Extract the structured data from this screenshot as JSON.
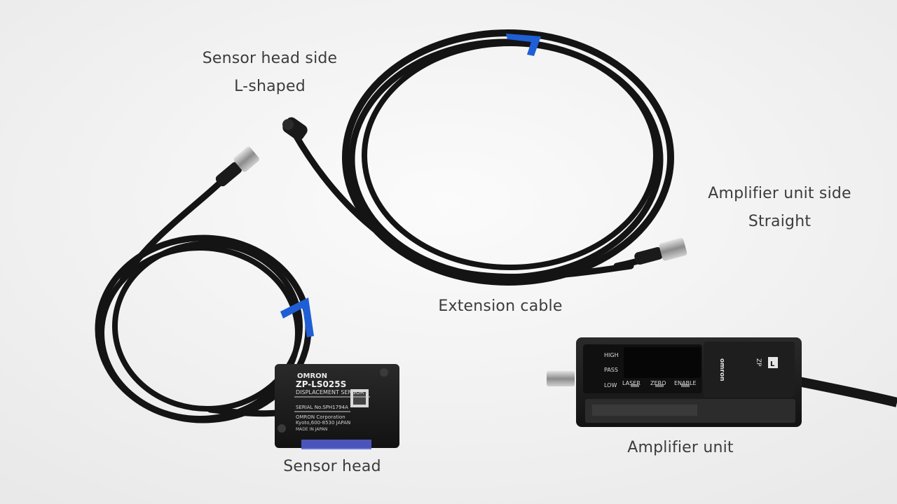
{
  "captions": {
    "sensor_head_side": {
      "line1": "Sensor head side",
      "line2": "L-shaped"
    },
    "amplifier_unit_side": {
      "line1": "Amplifier unit side",
      "line2": "Straight"
    },
    "extension_cable": "Extension cable",
    "sensor_head": "Sensor head",
    "amplifier_unit": "Amplifier unit"
  },
  "sensor_head_device": {
    "brand": "OMRON",
    "model": "ZP-LS025S",
    "type": "DISPLACEMENT SENSOR",
    "serial": "SERIAL No.SPH1794A",
    "maker_line1": "OMRON Corporation",
    "maker_line2": "Kyoto,600-8530 JAPAN",
    "origin": "MADE IN JAPAN"
  },
  "amplifier_device": {
    "indicators": [
      "HIGH",
      "PASS",
      "LOW"
    ],
    "buttons": [
      "LASER",
      "ZERO",
      "ENABLE"
    ],
    "brand": "omron",
    "series": "ZP",
    "letter": "L"
  },
  "colors": {
    "background": "#f4f4f4",
    "cable": "#141414",
    "cable_tie": "#1f5fd6",
    "device_body": "#1b1b1b",
    "caption_text": "#3c3c3c"
  }
}
